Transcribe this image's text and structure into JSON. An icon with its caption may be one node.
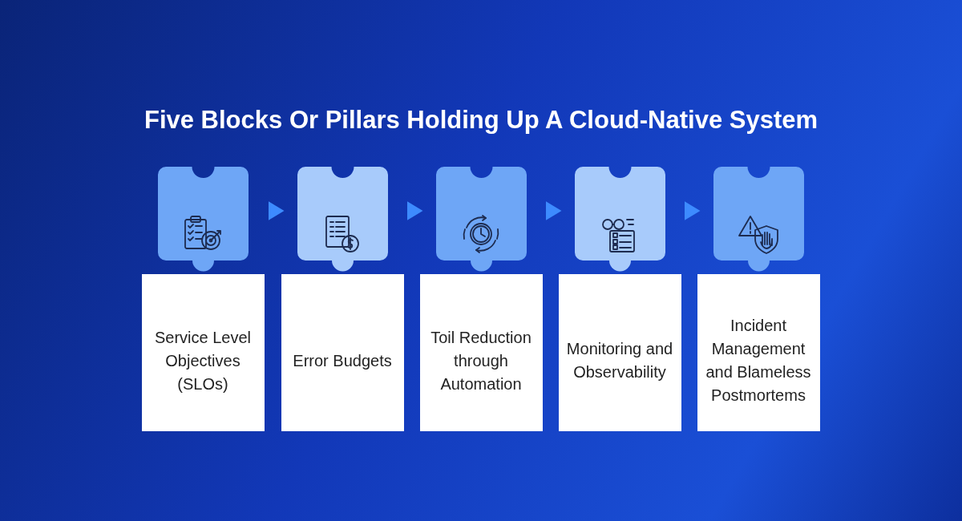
{
  "diagram": {
    "title": "Five Blocks Or Pillars Holding Up A Cloud-Native System",
    "nodes": [
      {
        "text": [],
        "shape": "box"
      },
      {
        "text": [],
        "shape": "box"
      },
      {
        "text": [],
        "shape": "box"
      },
      {
        "text": [],
        "shape": "box"
      },
      {
        "text": [],
        "shape": "box"
      },
      {
        "text": [
          "Service Level Objectives (SLOs)"
        ]
      },
      {
        "text": [
          "Error Budgets"
        ]
      },
      {
        "text": [
          "Toil Reduction through Automation"
        ]
      },
      {
        "text": [
          "Monitoring and Observability"
        ]
      },
      {
        "text": [
          "Incident Management and Blameless Postmortems"
        ]
      }
    ],
    "edges": [
      {
        "from": 0,
        "to": 1,
        "arrow": "to"
      },
      {
        "from": 1,
        "to": 2,
        "arrow": "to"
      },
      {
        "from": 2,
        "to": 3,
        "arrow": "to"
      },
      {
        "from": 3,
        "to": 4,
        "arrow": "to"
      }
    ]
  }
}
